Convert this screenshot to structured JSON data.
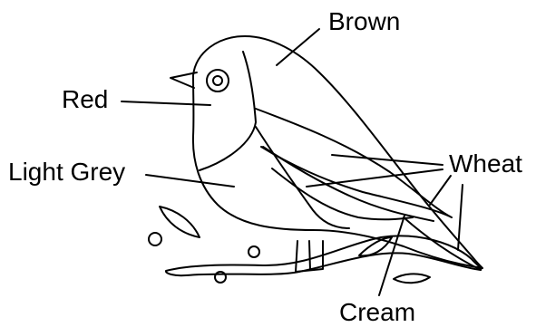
{
  "labels": {
    "brown": "Brown",
    "red": "Red",
    "light_grey": "Light Grey",
    "wheat": "Wheat",
    "cream": "Cream"
  },
  "colors": {
    "line": "#000000",
    "background": "#ffffff"
  }
}
